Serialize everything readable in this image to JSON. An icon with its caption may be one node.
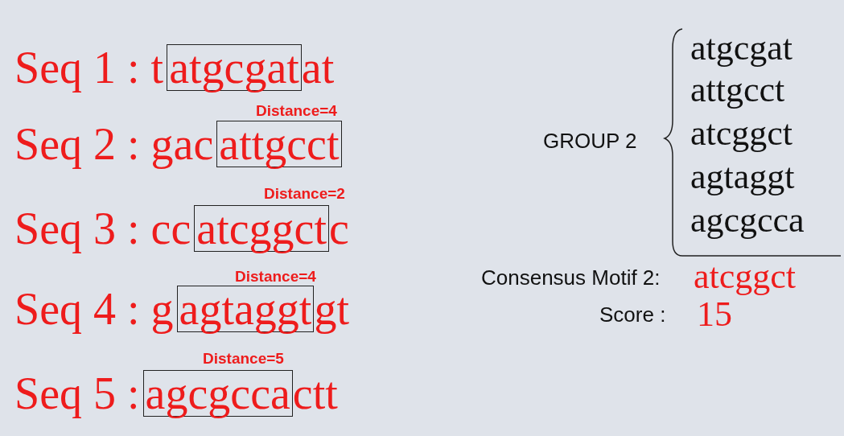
{
  "diagram": {
    "nodes": [
      {
        "text": [
          "atgcgat"
        ],
        "beside": [
          "Seq 1 : t",
          "at"
        ]
      },
      {
        "text": [
          "attgcct"
        ],
        "beside": [
          "Seq 2 : gac"
        ]
      },
      {
        "text": [
          "atcggct"
        ],
        "beside": [
          "Seq 3 : cc",
          "c"
        ]
      },
      {
        "text": [
          "agtaggt"
        ],
        "beside": [
          "Seq 4 : g",
          "gt"
        ]
      },
      {
        "text": [
          "agcgcca"
        ],
        "beside": [
          "Seq 5 :",
          "ctt"
        ]
      }
    ],
    "labels": [
      "Distance=4",
      "Distance=2",
      "Distance=4",
      "Distance=5",
      "GROUP 2",
      "atgcgat",
      "attgcct",
      "atcggct",
      "agtaggt",
      "agcgcca",
      "Consensus Motif 2:",
      "atcggct",
      "Score  :",
      "15"
    ]
  }
}
